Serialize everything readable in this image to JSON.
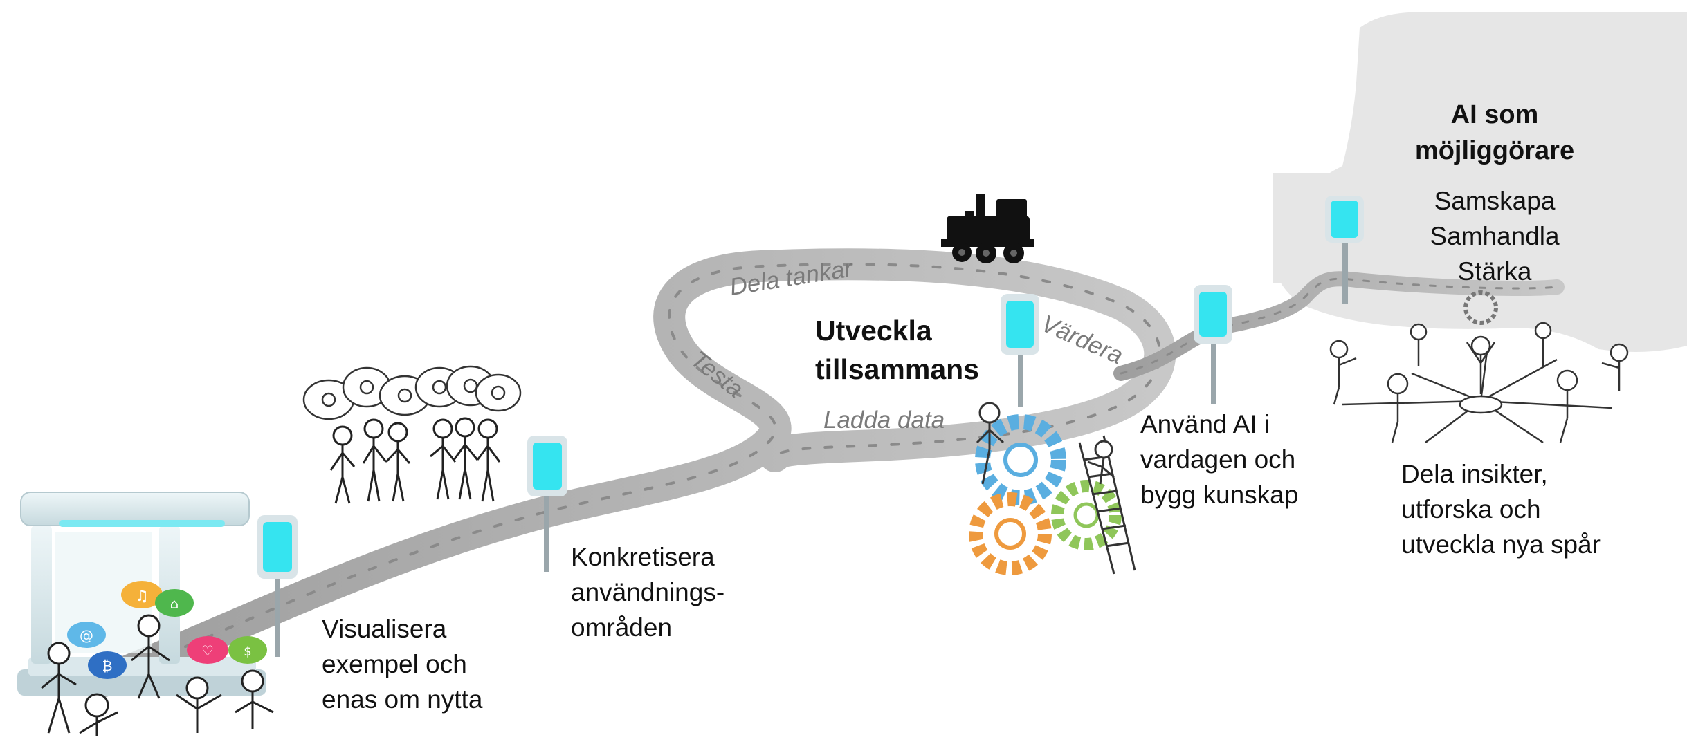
{
  "center_title": [
    "Utveckla",
    "tillsammans"
  ],
  "track_labels": {
    "share": "Dela tankar",
    "test": "Testa",
    "evaluate": "Värdera",
    "load": "Ladda data"
  },
  "steps": {
    "visualize": [
      "Visualisera",
      "exempel och",
      "enas om nytta"
    ],
    "concretize": [
      "Konkretisera",
      "användnings-",
      "områden"
    ],
    "everyday": [
      "Använd AI i",
      "vardagen och",
      "bygg kunskap"
    ],
    "share_insights": [
      "Dela insikter,",
      "utforska och",
      "utveckla nya spår"
    ]
  },
  "enabler": {
    "title": [
      "AI som",
      "möjliggörare"
    ],
    "items": [
      "Samskapa",
      "Samhandla",
      "Stärka"
    ]
  },
  "colors": {
    "sign_screen": "#35e4f0",
    "track": "#b4b4b4",
    "cloud_area": "#e8e8e8",
    "gear_blue": "#5aaee0",
    "gear_green": "#8fc65a",
    "gear_orange": "#ee9a3e"
  },
  "icons": [
    "train-icon",
    "station-icon",
    "gears-icon",
    "signpost-icon",
    "people-icon",
    "thought-bubbles-icon",
    "chat-bubbles-icon"
  ]
}
